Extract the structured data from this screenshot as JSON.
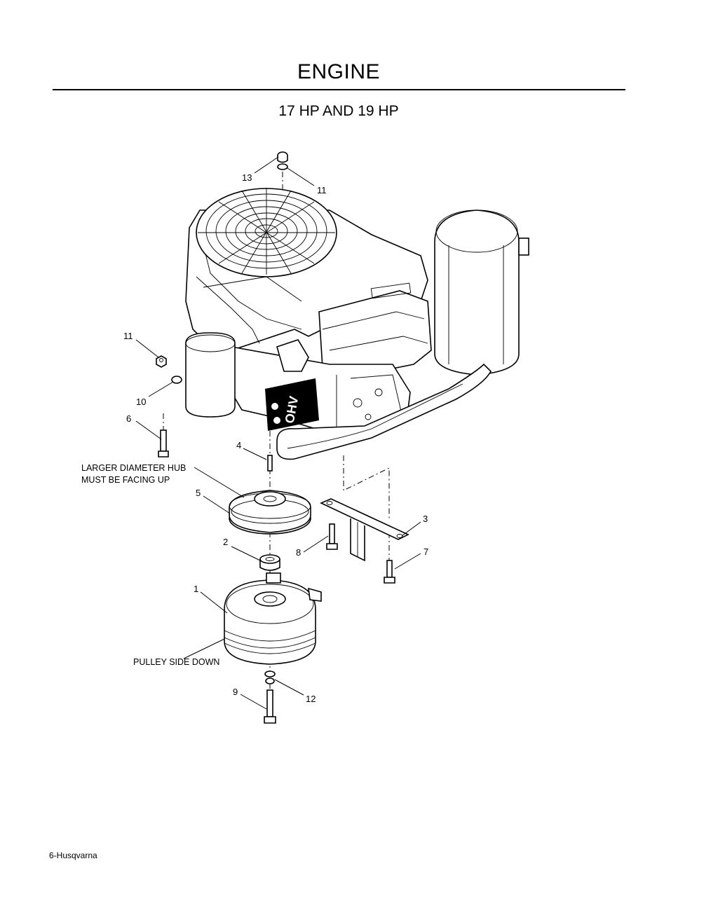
{
  "page": {
    "title": "ENGINE",
    "subtitle": "17 HP AND 19 HP",
    "footer": "6-Husqvarna"
  },
  "callouts": {
    "c13": "13",
    "c11_top": "11",
    "c11_left": "11",
    "c10": "10",
    "c6": "6",
    "c4": "4",
    "c5": "5",
    "c2": "2",
    "c1": "1",
    "c8": "8",
    "c3": "3",
    "c7": "7",
    "c9": "9",
    "c12": "12"
  },
  "notes": {
    "hub_line1": "LARGER DIAMETER HUB",
    "hub_line2": "MUST BE FACING UP",
    "pulley": "PULLEY SIDE DOWN"
  },
  "engine_labels": {
    "ohv": "OHV"
  }
}
